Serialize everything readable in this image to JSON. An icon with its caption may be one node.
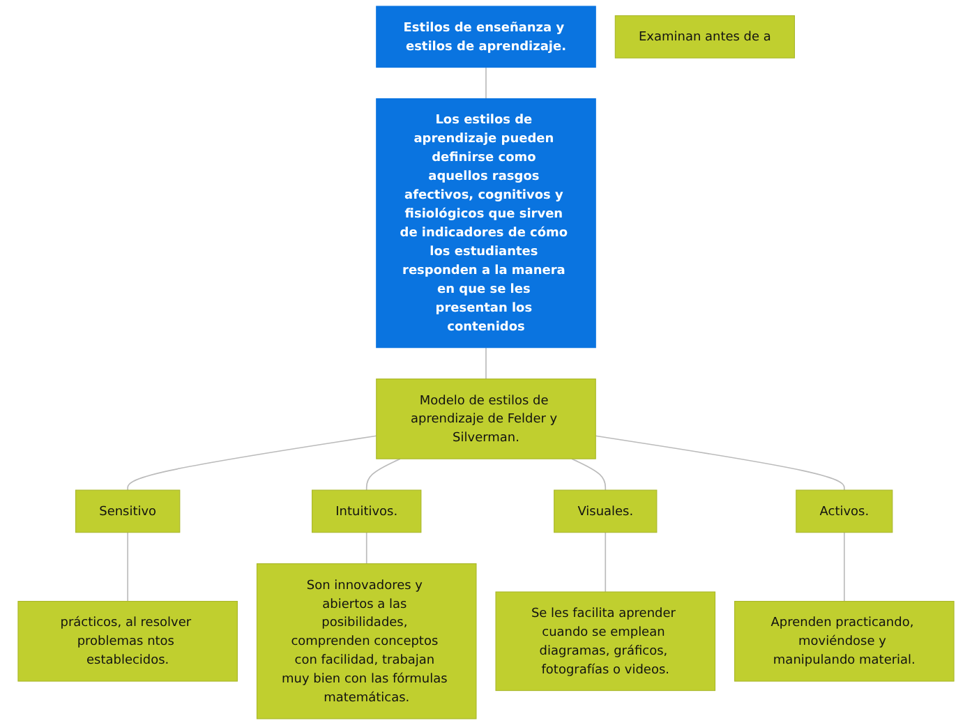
{
  "diagram": {
    "nodes": [
      {
        "text": [
          "Estilos de enseñanza y estilos de aprendizaje."
        ]
      },
      {
        "text": [
          "Los estilos de aprendizaje pueden definirse como aquellos rasgos afectivos, cognitivos y fisiológicos que sirven de indicadores de cómo los estudiantes responden a la manera en que se les presentan los contenidos"
        ]
      },
      {
        "text": [
          "Modelo de estilos de aprendizaje de Felder y Silverman."
        ]
      },
      {
        "text": [
          "Sensitivo"
        ]
      },
      {
        "text": [
          "Intuitivos."
        ]
      },
      {
        "text": [
          "Visuales."
        ]
      },
      {
        "text": [
          "Activos."
        ]
      },
      {
        "text": [
          "prácticos, al resolver problemas ntos establecidos."
        ]
      },
      {
        "text": [
          "Son innovadores y abiertos a las posibilidades, comprenden conceptos con facilidad, trabajan muy bien con las fórmulas matemáticas."
        ]
      },
      {
        "text": [
          "Se les facilita aprender cuando se emplean diagramas, gráficos, fotografías o videos."
        ]
      },
      {
        "text": [
          "Aprenden practicando, moviéndose y manipulando material."
        ]
      },
      {
        "text": [
          "Examinan antes de a"
        ]
      }
    ],
    "edges": [
      {
        "from": 0,
        "to": 1,
        "arrow": "none"
      },
      {
        "from": 1,
        "to": 2,
        "arrow": "none"
      },
      {
        "from": 2,
        "to": 3,
        "arrow": "none"
      },
      {
        "from": 2,
        "to": 4,
        "arrow": "none"
      },
      {
        "from": 2,
        "to": 5,
        "arrow": "none"
      },
      {
        "from": 2,
        "to": 6,
        "arrow": "none"
      },
      {
        "from": 3,
        "to": 7,
        "arrow": "none"
      },
      {
        "from": 4,
        "to": 8,
        "arrow": "none"
      },
      {
        "from": 5,
        "to": 9,
        "arrow": "none"
      },
      {
        "from": 6,
        "to": 10,
        "arrow": "none"
      }
    ]
  }
}
